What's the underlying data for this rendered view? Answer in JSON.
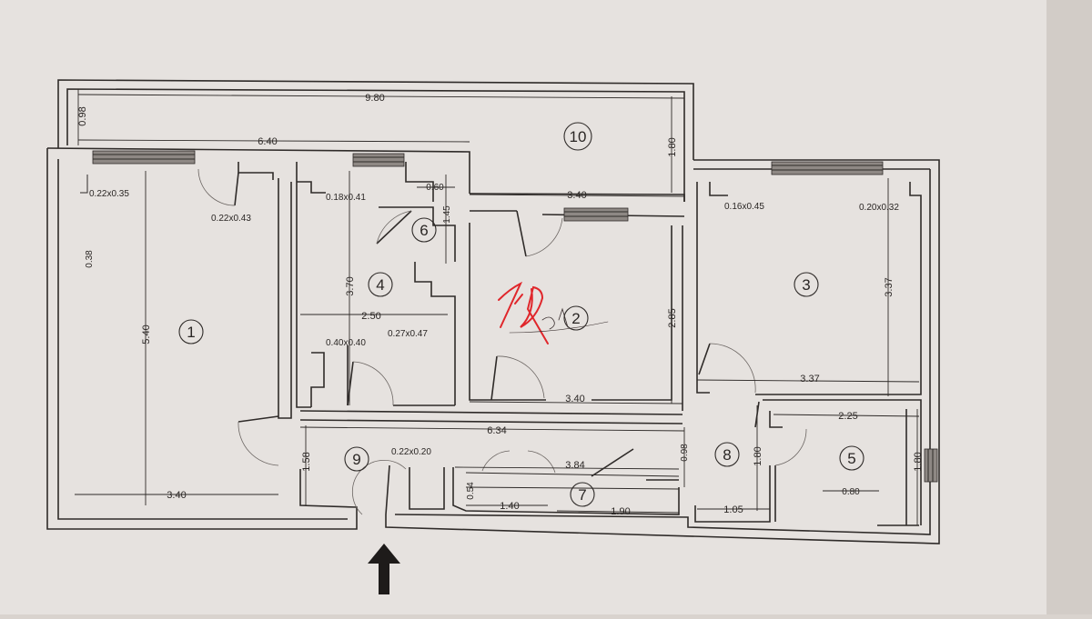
{
  "colors": {
    "paper": "#e6e2df",
    "background": "#d9d3ce",
    "ink": "#2f2b29",
    "logo": "#e0262b"
  },
  "rooms": [
    "1",
    "2",
    "3",
    "4",
    "5",
    "6",
    "7",
    "8",
    "9",
    "10"
  ],
  "dimensions": {
    "balcony_length": "9.80",
    "balcony_depth": "0.98",
    "balcony_width": "1.80",
    "top_length": "6.40",
    "r1_height": "5.40",
    "r1_width": "3.40",
    "r1_col_a": "0.22x0.35",
    "r1_col_b": "0.22x0.43",
    "r1_niche": "0.38",
    "r4_col_a": "0.18x0.41",
    "r4_height": "3.70",
    "r4_width": "2.50",
    "r4_col_b": "0.27x0.47",
    "r4_col_c": "0.40x0.40",
    "r6_width": "0.60",
    "r6_height": "1.45",
    "r2_top": "3.40",
    "r2_height": "2.85",
    "r2_bottom": "3.40",
    "r3_col_a": "0.16x0.45",
    "r3_col_b": "0.20x0.32",
    "r3_height": "3.37",
    "r3_width": "3.37",
    "hall_length": "6.34",
    "r9_height": "1.58",
    "r9_col": "0.22x0.20",
    "r7_length": "3.84",
    "r7_depth": "0.54",
    "r7_seg_a": "1.40",
    "r7_seg_b": "1.90",
    "r8_gap": "0.98",
    "r8_height": "1.80",
    "r8_width": "1.05",
    "r5_width": "2.25",
    "r5_height": "1.80",
    "r5_fixture": "0.80"
  },
  "icons": {
    "entry_arrow": "up-arrow-icon",
    "logo": "kr-studio-signature-logo"
  }
}
